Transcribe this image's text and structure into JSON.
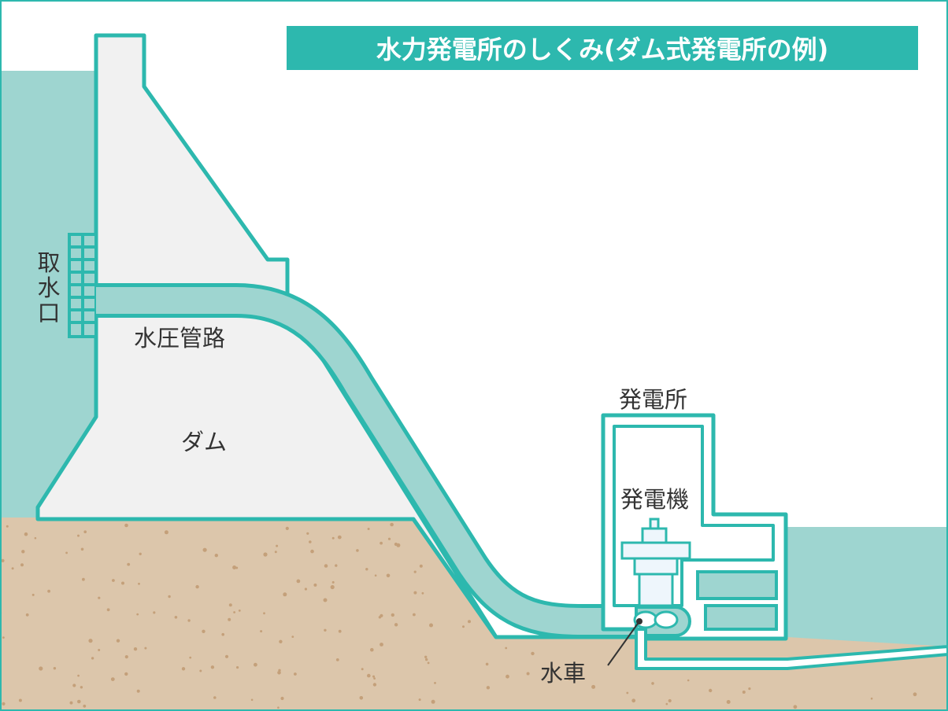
{
  "title": "水力発電所のしくみ(ダム式発電所の例)",
  "labels": {
    "intake": [
      "取",
      "水",
      "口"
    ],
    "penstock": "水圧管路",
    "dam": "ダム",
    "powerhouse": "発電所",
    "generator": "発電機",
    "turbine": "水車"
  },
  "colors": {
    "teal": "#2db8ae",
    "water": "#9ed5d0",
    "dam_fill": "#f1f1f1",
    "ground": "#dcc6ab",
    "ground_dots": "#c4a07a",
    "generator_fill": "#eef6fc"
  }
}
